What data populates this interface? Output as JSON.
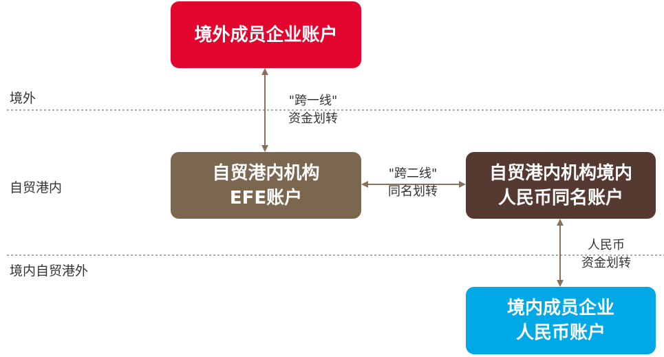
{
  "zones": {
    "overseas": "境外",
    "ftz": "自贸港内",
    "domestic_outside": "境内自贸港外"
  },
  "nodes": {
    "overseas_account": {
      "line1": "境外成员企业账户",
      "color": "#e2062e"
    },
    "efe_account": {
      "line1": "自贸港内机构",
      "line2": "EFE账户",
      "color": "#7b6650"
    },
    "rmb_same_name": {
      "line1": "自贸港内机构境内",
      "line2": "人民币同名账户",
      "color": "#563a32"
    },
    "domestic_rmb": {
      "line1": "境内成员企业",
      "line2": "人民币账户",
      "color": "#00a8e6"
    }
  },
  "edges": {
    "first_line": {
      "line1": "\"跨一线\"",
      "line2": "资金划转"
    },
    "second_line": {
      "line1": "\"跨二线\"",
      "line2": "同名划转"
    },
    "rmb_transfer": {
      "line1": "人民币",
      "line2": "资金划转"
    }
  }
}
